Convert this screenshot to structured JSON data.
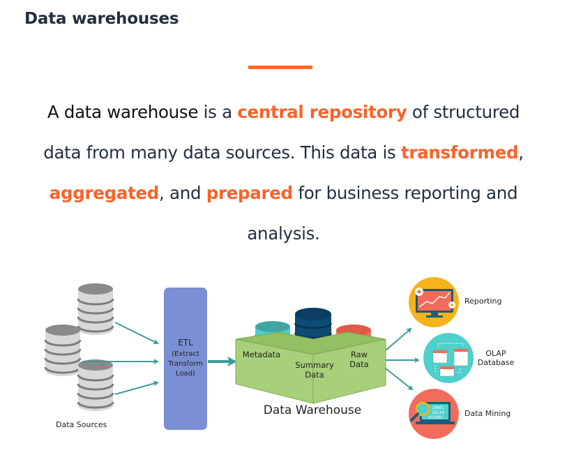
{
  "page": {
    "title": "Data warehouses",
    "accent_color": "#ff6a1f",
    "definition": {
      "segments": [
        {
          "text": "A ",
          "style": "plain-dark"
        },
        {
          "text": "data warehouse",
          "style": "plain-dark"
        },
        {
          "text": " is a ",
          "style": "plain"
        },
        {
          "text": "central repository",
          "style": "highlight"
        },
        {
          "text": " of structured data from many data sources. This data is ",
          "style": "plain"
        },
        {
          "text": "transformed",
          "style": "highlight"
        },
        {
          "text": ", ",
          "style": "plain"
        },
        {
          "text": "aggregated",
          "style": "highlight"
        },
        {
          "text": ", and ",
          "style": "plain"
        },
        {
          "text": "prepared",
          "style": "highlight"
        },
        {
          "text": " for business reporting and analysis.",
          "style": "plain"
        }
      ]
    }
  },
  "diagram": {
    "sources": {
      "label": "Data Sources",
      "count": 3,
      "color": "#8a8a8a"
    },
    "etl": {
      "title": "ETL",
      "line1": "(Extract",
      "line2": "Transform",
      "line3": "Load)",
      "color": "#7b8fd4"
    },
    "warehouse": {
      "label": "Data Warehouse",
      "box_color": "#a8d07a",
      "stores": [
        {
          "label": "Metadata",
          "color": "#4fcdc9"
        },
        {
          "label_line1": "Summary",
          "label_line2": "Data",
          "color": "#0e4a72"
        },
        {
          "label_line1": "Raw",
          "label_line2": "Data",
          "color": "#f0604d"
        }
      ]
    },
    "outputs": [
      {
        "label": "Reporting",
        "icon": "monitor-chart-icon",
        "color": "#f6b31b"
      },
      {
        "label_line1": "OLAP",
        "label_line2": "Database",
        "icon": "olap-tables-icon",
        "color": "#4ed0cc"
      },
      {
        "label": "Data Mining",
        "icon": "magnifier-laptop-icon",
        "color": "#f26b5b"
      }
    ],
    "binary_text": [
      "10001",
      "10110",
      "011001"
    ],
    "arrow_color": "#3a9c9a"
  }
}
